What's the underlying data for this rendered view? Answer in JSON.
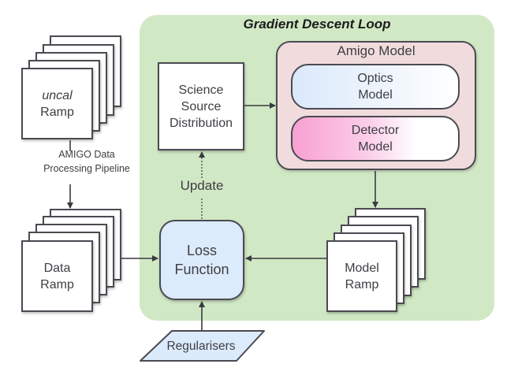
{
  "diagram": {
    "loop_title": "Gradient Descent Loop",
    "uncal_ramp": {
      "line1": "uncal",
      "line2": "Ramp"
    },
    "pipeline_label": {
      "line1": "AMIGO Data",
      "line2": "Processing Pipeline"
    },
    "data_ramp": {
      "line1": "Data",
      "line2": "Ramp"
    },
    "science_source": {
      "line1": "Science",
      "line2": "Source",
      "line3": "Distribution"
    },
    "amigo_model": {
      "title": "Amigo Model",
      "optics": {
        "line1": "Optics",
        "line2": "Model"
      },
      "detector": {
        "line1": "Detector",
        "line2": "Model"
      }
    },
    "update_label": "Update",
    "loss_function": {
      "line1": "Loss",
      "line2": "Function"
    },
    "model_ramp": {
      "line1": "Model",
      "line2": "Ramp"
    },
    "regularisers": "Regularisers"
  },
  "colors": {
    "loop_bg": "#d1e8c5",
    "amigo_bg": "#f1dcdd",
    "loss_bg": "#dcebfb",
    "optics_start": "#dae9fb",
    "detector_start": "#f8a0d2",
    "stroke": "#4a4a52"
  }
}
